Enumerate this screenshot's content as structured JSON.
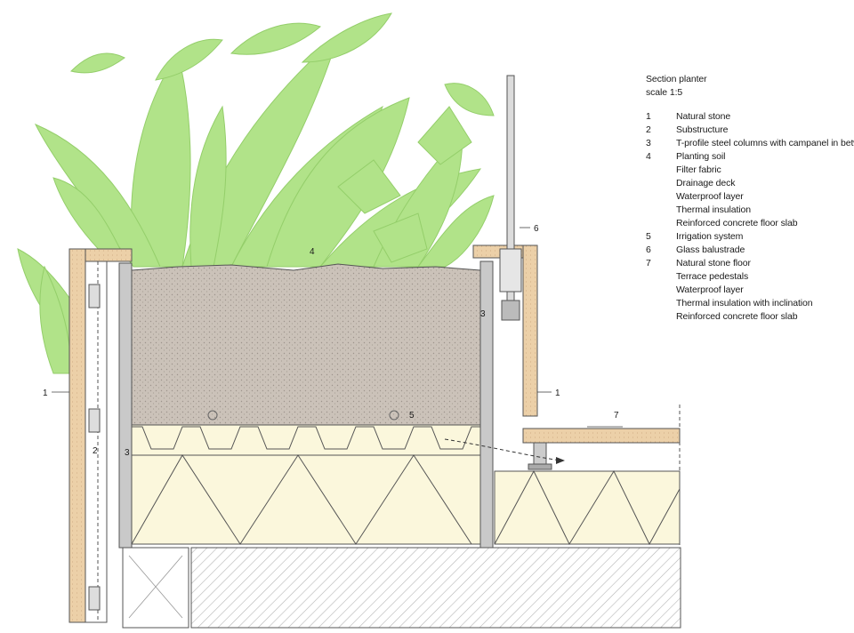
{
  "title": "Section planter",
  "scale": "scale 1:5",
  "legend": [
    {
      "num": "1",
      "text": "Natural stone"
    },
    {
      "num": "2",
      "text": "Substructure"
    },
    {
      "num": "3",
      "text": "T-profile steel columns with campanel in between"
    },
    {
      "num": "4",
      "text": "Planting soil"
    },
    {
      "num": "",
      "text": "Filter fabric"
    },
    {
      "num": "",
      "text": "Drainage deck"
    },
    {
      "num": "",
      "text": "Waterproof layer"
    },
    {
      "num": "",
      "text": "Thermal insulation"
    },
    {
      "num": "",
      "text": "Reinforced concrete floor slab"
    },
    {
      "num": "5",
      "text": "Irrigation system"
    },
    {
      "num": "6",
      "text": "Glass balustrade"
    },
    {
      "num": "7",
      "text": "Natural stone floor"
    },
    {
      "num": "",
      "text": "Terrace pedestals"
    },
    {
      "num": "",
      "text": "Waterproof layer"
    },
    {
      "num": "",
      "text": "Thermal insulation with inclination"
    },
    {
      "num": "",
      "text": "Reinforced concrete floor slab"
    }
  ],
  "callouts": {
    "c1_left": "1",
    "c1_right": "1",
    "c2": "2",
    "c3_left": "3",
    "c3_right": "3",
    "c4": "4",
    "c5": "5",
    "c6": "6",
    "c7": "7"
  },
  "colors": {
    "stone": "#e8c9a0",
    "soil": "#c9bfb6",
    "insulation": "#fbf7dc",
    "plant": "#a9e07f",
    "concrete_hatch": "#bdbdbd"
  }
}
